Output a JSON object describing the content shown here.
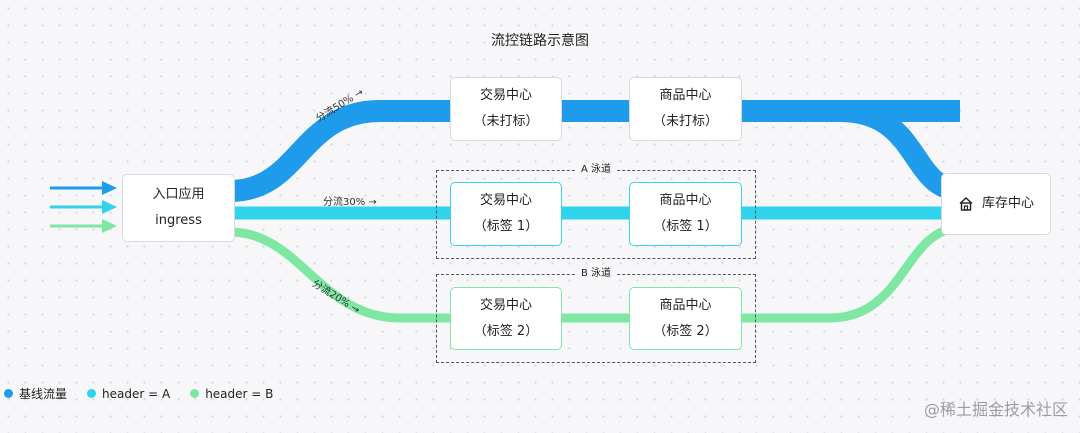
{
  "title": "流控链路示意图",
  "colors": {
    "baseline": "#1e9bea",
    "lane_a": "#2fd3ec",
    "lane_b": "#7ee8a2"
  },
  "ingress": {
    "line1": "入口应用",
    "line2": "ingress"
  },
  "flows": {
    "baseline_label": "分流50% →",
    "lane_a_label": "分流30% →",
    "lane_b_label": "分流20% →"
  },
  "baseline_row": {
    "trade": {
      "line1": "交易中心",
      "line2": "（未打标）"
    },
    "product": {
      "line1": "商品中心",
      "line2": "（未打标）"
    }
  },
  "lane_a": {
    "label": "A 泳道",
    "trade": {
      "line1": "交易中心",
      "line2": "（标签 1）"
    },
    "product": {
      "line1": "商品中心",
      "line2": "（标签 1）"
    }
  },
  "lane_b": {
    "label": "B 泳道",
    "trade": {
      "line1": "交易中心",
      "line2": "（标签 2）"
    },
    "product": {
      "line1": "商品中心",
      "line2": "（标签 2）"
    }
  },
  "inventory": {
    "label": "库存中心",
    "icon": "house-icon"
  },
  "legend": [
    {
      "label": "基线流量",
      "color": "#1e9bea"
    },
    {
      "label": "header = A",
      "color": "#2fd3ec"
    },
    {
      "label": "header = B",
      "color": "#7ee8a2"
    }
  ],
  "watermark": "@稀土掘金技术社区"
}
